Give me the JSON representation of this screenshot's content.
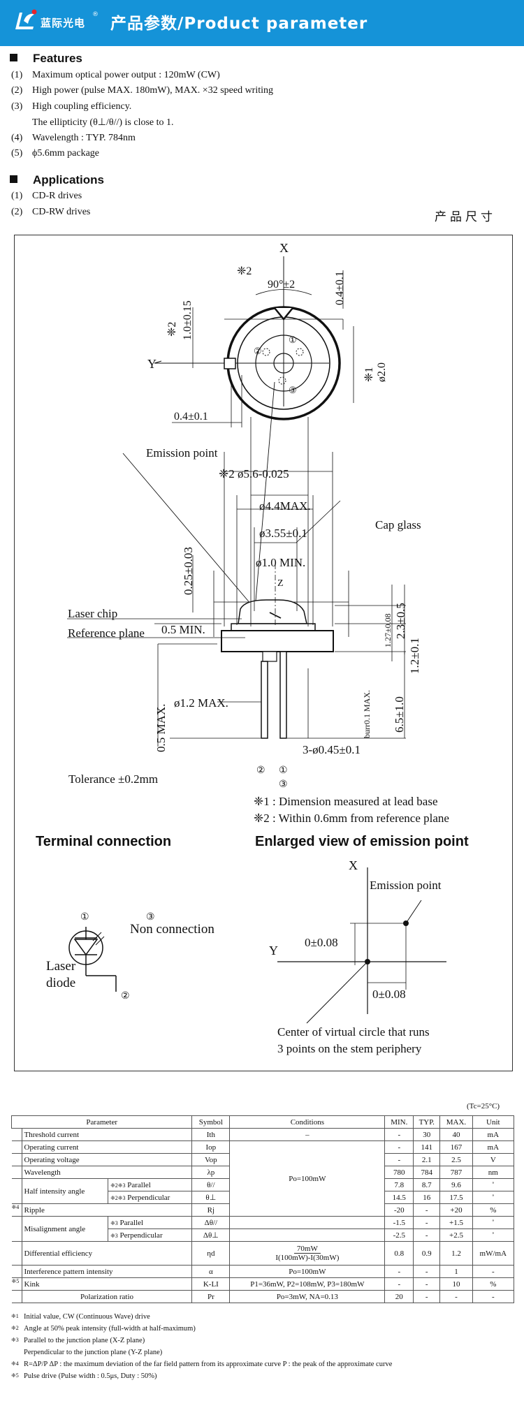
{
  "header": {
    "logo_text": "蓝际光电",
    "logo_reg": "®",
    "title": "产品参数/Product parameter"
  },
  "features": {
    "heading": "Features",
    "items": [
      {
        "num": "(1)",
        "text": "Maximum optical power output : 120mW (CW)"
      },
      {
        "num": "(2)",
        "text": "High power (pulse MAX. 180mW), MAX. ×32 speed writing"
      },
      {
        "num": "(3)",
        "text": "High coupling efficiency."
      },
      {
        "num": "",
        "text": "The ellipticity (θ⊥/θ//) is close to 1."
      },
      {
        "num": "(4)",
        "text": "Wavelength : TYP. 784nm"
      },
      {
        "num": "(5)",
        "text": "ϕ5.6mm package"
      }
    ]
  },
  "applications": {
    "heading": "Applications",
    "items": [
      {
        "num": "(1)",
        "text": "CD-R drives"
      },
      {
        "num": "(2)",
        "text": "CD-RW drives"
      }
    ]
  },
  "size_title": "产品尺寸",
  "drawing": {
    "top": {
      "x_label": "X",
      "y_label": "Y",
      "mark2": "❈2",
      "angle": "90°±2",
      "dim_04": "0.4±0.1",
      "dim_10": "1.0±0.15",
      "mark2_side": "❈2",
      "mark1_side": "❈1",
      "dim_d20": "ø2.0",
      "dim_04b": "0.4±0.1",
      "pin1": "①",
      "pin2": "②",
      "pin3": "③"
    },
    "side": {
      "emission_point": "Emission point",
      "d56": "❈2  ø5.6-0.025",
      "d44": "ø4.4MAX.",
      "d355": "ø3.55±0.1",
      "d10": "ø1.0 MIN.",
      "cap_glass": "Cap glass",
      "z": "Z",
      "v025": "0.25±0.03",
      "laser_chip": "Laser chip",
      "ref_plane": "Reference plane",
      "min05": "0.5 MIN.",
      "v127": "1.27±0.08",
      "v23": "2.3±0.5",
      "v12": "1.2±0.1",
      "d12max": "ø1.2 MAX.",
      "v05max": "0.5 MAX.",
      "burr": "burr0.1 MAX.",
      "v65": "6.5±1.0",
      "d045": "3-ø0.45±0.1",
      "tol": "Tolerance   ±0.2mm",
      "pin2": "②",
      "pin1": "①",
      "pin3": "③",
      "note1": "❈1 : Dimension measured at lead base",
      "note2": "❈2 : Within 0.6mm from reference plane"
    },
    "terminal": {
      "title": "Terminal connection",
      "pin1": "①",
      "pin3": "③",
      "pin2": "②",
      "non_connection": "Non connection",
      "laser": "Laser",
      "diode": "diode"
    },
    "enlarged": {
      "title": "Enlarged view of emission point",
      "x": "X",
      "y": "Y",
      "emission_point": "Emission point",
      "dy": "0±0.08",
      "dx": "0±0.08",
      "center1": "Center of virtual circle that runs",
      "center2": "3 points on the stem periphery"
    }
  },
  "table": {
    "tc_note": "(Tc=25°C)",
    "headers": [
      "Parameter",
      "Symbol",
      "Conditions",
      "MIN.",
      "TYP.",
      "MAX.",
      "Unit"
    ],
    "rows": {
      "threshold": {
        "param": "Threshold current",
        "sym": "Ith",
        "cond": "–",
        "min": "-",
        "typ": "30",
        "max": "40",
        "unit": "mA"
      },
      "operating_current": {
        "param": "Operating current",
        "sym": "Iop",
        "min": "-",
        "typ": "141",
        "max": "167",
        "unit": "mA"
      },
      "operating_voltage": {
        "param": "Operating voltage",
        "sym": "Vop",
        "min": "-",
        "typ": "2.1",
        "max": "2.5",
        "unit": "V"
      },
      "wavelength": {
        "param": "Wavelength",
        "sym": "λp",
        "min": "780",
        "typ": "784",
        "max": "787",
        "unit": "nm"
      },
      "half_par": {
        "param": "Half intensity angle",
        "mark": "❈2❈3",
        "sub": "Parallel",
        "sym": "θ//",
        "min": "7.8",
        "typ": "8.7",
        "max": "9.6",
        "unit": "˚"
      },
      "half_perp": {
        "mark": "❈2❈3",
        "sub": "Perpendicular",
        "sym": "θ⊥",
        "min": "14.5",
        "typ": "16",
        "max": "17.5",
        "unit": "˚"
      },
      "ripple": {
        "mark": "❈4",
        "param": "Ripple",
        "sym": "Rj",
        "min": "-20",
        "typ": "-",
        "max": "+20",
        "unit": "%"
      },
      "mis_par": {
        "param": "Misalignment angle",
        "mark": "❈3",
        "sub": "Parallel",
        "sym": "Δθ//",
        "min": "-1.5",
        "typ": "-",
        "max": "+1.5",
        "unit": "˚"
      },
      "mis_perp": {
        "mark": "❈3",
        "sub": "Perpendicular",
        "sym": "Δθ⊥",
        "min": "-2.5",
        "typ": "-",
        "max": "+2.5",
        "unit": "˚"
      },
      "diff_eff": {
        "param": "Differential efficiency",
        "sym": "ηd",
        "cond_top": "70mW",
        "cond_bot": "I(100mW)-I(30mW)",
        "min": "0.8",
        "typ": "0.9",
        "max": "1.2",
        "unit": "mW/mA"
      },
      "interference": {
        "param": "Interference pattern intensity",
        "sym": "α",
        "cond": "Po=100mW",
        "min": "-",
        "typ": "-",
        "max": "1",
        "unit": "-"
      },
      "kink": {
        "mark": "❈5",
        "param": "Kink",
        "sym": "K-LI",
        "cond": "P1=36mW, P2=108mW, P3=180mW",
        "min": "-",
        "typ": "-",
        "max": "10",
        "unit": "%"
      },
      "polar": {
        "param": "Polarization ratio",
        "sym": "Pr",
        "cond": "Po=3mW, NA=0.13",
        "min": "20",
        "typ": "-",
        "max": "-",
        "unit": "-"
      }
    },
    "shared_cond": "Po=100mW"
  },
  "footnotes": [
    {
      "mark": "❈1",
      "text": "Initial value, CW (Continuous Wave) drive"
    },
    {
      "mark": "❈2",
      "text": "Angle at 50% peak intensity (full-width at half-maximum)"
    },
    {
      "mark": "❈3",
      "text": "Parallel to the junction plane (X-Z plane)"
    },
    {
      "mark": "",
      "text": "Perpendicular to the junction plane (Y-Z plane)"
    },
    {
      "mark": "❈4",
      "text": "R=ΔP/P  ΔP : the maximum deviation of the far field pattern from its approximate curve    P : the peak of the approximate curve"
    },
    {
      "mark": "❈5",
      "text": "Pulse drive (Pulse width : 0.5μs, Duty : 50%)"
    }
  ],
  "colors": {
    "banner": "#1593d8",
    "logo_dot": "#e8242c"
  }
}
